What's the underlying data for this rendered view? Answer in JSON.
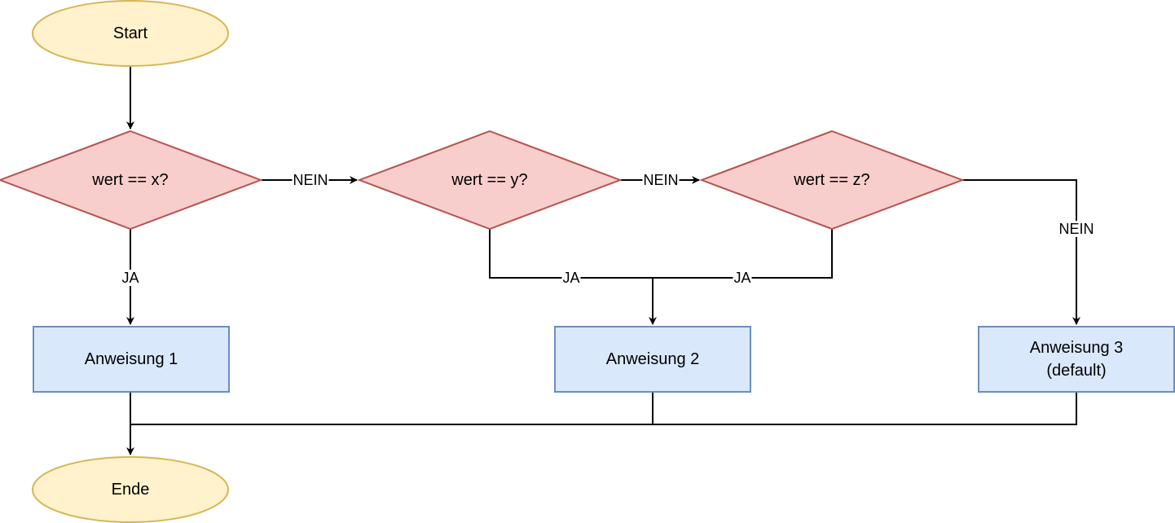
{
  "colors": {
    "terminal_fill": "#fff2cc",
    "terminal_stroke": "#d6b656",
    "decision_fill": "#f8cecc",
    "decision_stroke": "#b85450",
    "process_fill": "#dae8fc",
    "process_stroke": "#6c8ebf",
    "edge": "#000000",
    "label_background": "#ffffff"
  },
  "nodes": {
    "start": {
      "label": "Start"
    },
    "decision_x": {
      "label": "wert == x?"
    },
    "decision_y": {
      "label": "wert == y?"
    },
    "decision_z": {
      "label": "wert == z?"
    },
    "action_1": {
      "label": "Anweisung 1"
    },
    "action_2": {
      "label": "Anweisung 2"
    },
    "action_3": {
      "line1": "Anweisung 3",
      "line2": "(default)"
    },
    "end": {
      "label": "Ende"
    }
  },
  "edges": {
    "x_no": "NEIN",
    "x_yes": "JA",
    "y_no": "NEIN",
    "y_yes": "JA",
    "z_yes": "JA",
    "z_no": "NEIN"
  }
}
